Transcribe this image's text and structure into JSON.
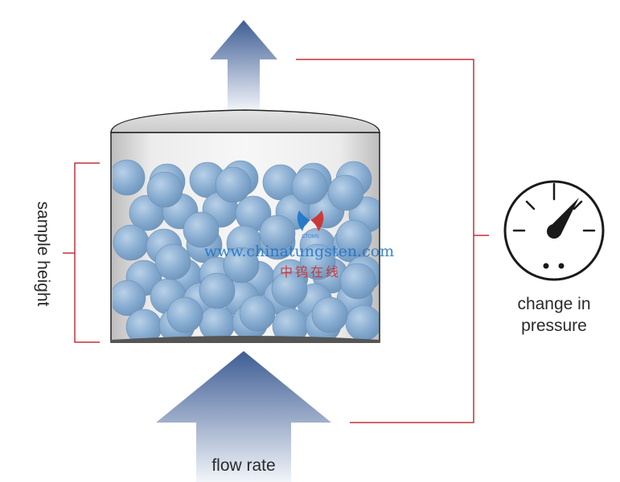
{
  "labels": {
    "sample_height": "sample height",
    "change_in_pressure_line1": "change in",
    "change_in_pressure_line2": "pressure",
    "flow_rate": "flow rate"
  },
  "watermark": {
    "url": "www.chinatungsten.com",
    "chinese": "中钨在线",
    "logo_text": "CTOMS"
  },
  "colors": {
    "arrow_top": "#3e5d94",
    "arrow_bottom": "#eef2f8",
    "bracket_line": "#c4303a",
    "ball": "#7fa6cc",
    "ball_highlight": "#b9d1e8",
    "container_wall": "#cfcfcf",
    "watermark_blue": "#1a73c8"
  },
  "icons": {
    "gauge": "pressure-gauge-icon",
    "logo": "ctoms-logo-icon"
  }
}
